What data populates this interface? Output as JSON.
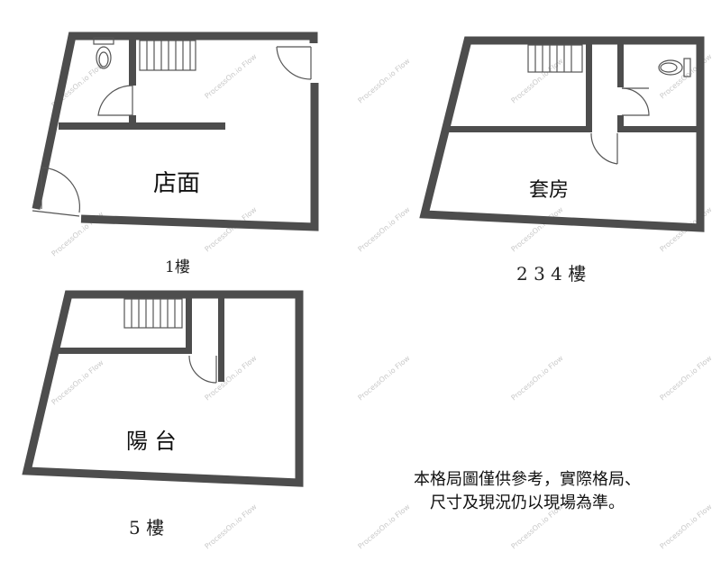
{
  "plans": {
    "floor1": {
      "room_label": "店面",
      "caption": "1樓"
    },
    "floor234": {
      "room_label": "套房",
      "caption": "2 3 4 樓"
    },
    "floor5": {
      "room_label": "陽 台",
      "caption": "5  樓"
    }
  },
  "note": {
    "line1": "本格局圖僅供參考，實際格局、",
    "line2": "尺寸及現況仍以現場為準。"
  },
  "watermark": "ProcessOn.io Flow",
  "colors": {
    "wall": "#4d4d4d",
    "background": "#ffffff"
  }
}
